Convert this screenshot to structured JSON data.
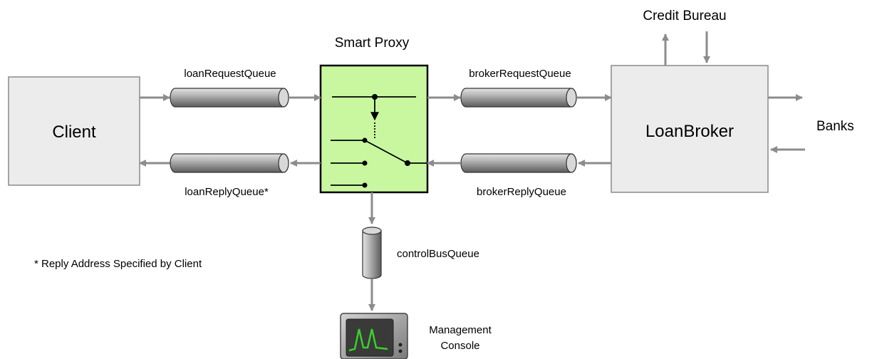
{
  "nodes": {
    "client": "Client",
    "loan_broker": "LoanBroker",
    "smart_proxy": "Smart Proxy",
    "credit_bureau": "Credit Bureau",
    "banks": "Banks",
    "management_console_line1": "Management",
    "management_console_line2": "Console"
  },
  "queues": {
    "loan_request": "loanRequestQueue",
    "loan_reply": "loanReplyQueue*",
    "broker_request": "brokerRequestQueue",
    "broker_reply": "brokerReplyQueue",
    "control_bus": "controlBusQueue"
  },
  "footnote": "* Reply Address Specified by Client",
  "colors": {
    "box_fill": "#ececec",
    "box_stroke": "#8a8a8a",
    "proxy_fill": "#c8f7a0",
    "arrow": "#8c8c8c",
    "queue_light": "#d6d6d6",
    "queue_dark": "#6c6c6c",
    "screen_trace": "#39d12a"
  }
}
